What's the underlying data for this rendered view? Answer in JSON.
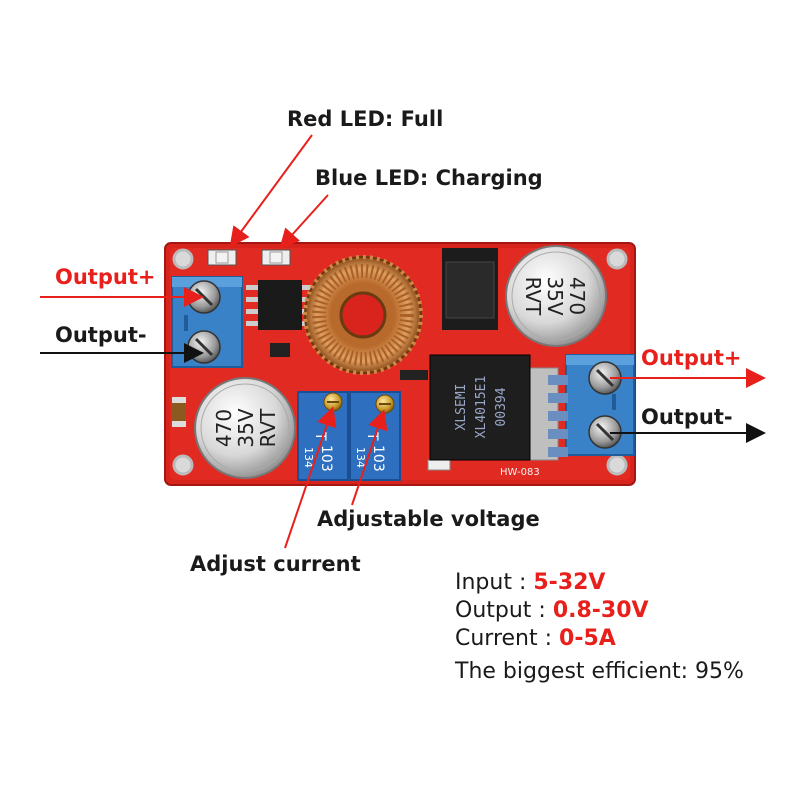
{
  "callouts": {
    "red_led": "Red LED: Full",
    "blue_led": "Blue LED: Charging",
    "input_plus": "Output+",
    "input_minus": "Output-",
    "output_plus": "Output+",
    "output_minus": "Output-",
    "adjustable_voltage": "Adjustable voltage",
    "adjust_current": "Adjust current"
  },
  "specs": {
    "input_label": "Input :",
    "input_value": "5-32V",
    "output_label": "Output :",
    "output_value": "0.8-30V",
    "current_label": "Current :",
    "current_value": "0-5A",
    "efficiency": "The biggest efficient: 95%"
  },
  "board": {
    "cap_left": {
      "line1": "470",
      "line2": "35V",
      "line3": "RVT"
    },
    "cap_right": {
      "line1": "470",
      "line2": "35V",
      "line3": "RVT"
    },
    "chip": {
      "line1": "XLSEMI",
      "line2": "XL4015E1",
      "line3": "00394"
    },
    "pot_left": {
      "top": "T",
      "code": "103",
      "side": "134"
    },
    "pot_right": {
      "top": "T",
      "code": "103",
      "side": "134"
    },
    "model": "HW-083"
  },
  "colors": {
    "pcb": "#d8241d",
    "terminal": "#3a82c8",
    "callout_red": "#e8201c",
    "text_dark": "#1a1a1a"
  }
}
